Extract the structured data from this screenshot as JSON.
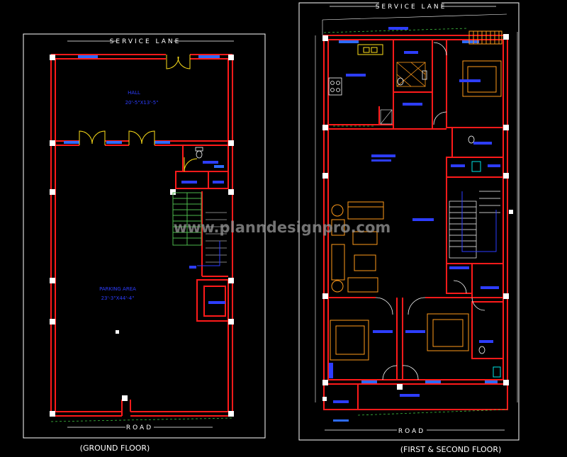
{
  "ground_floor": {
    "top_label": "SERVICE LANE",
    "bottom_label": "ROAD",
    "caption": "(GROUND FLOOR)",
    "hall_label": "HALL",
    "hall_dims": "20'-5\"X13'-5\"",
    "parking_label": "PARKING AREA",
    "parking_dims": "23'-3\"X44'-4\""
  },
  "upper_floor": {
    "top_label": "SERVICE LANE",
    "bottom_label": "ROAD",
    "caption": "(FIRST & SECOND FLOOR)"
  },
  "watermark": "www.planndesignpro.com",
  "colors": {
    "background": "#000000",
    "wall": "#ff1a1a",
    "border": "#ffffff",
    "room_text": "#2d3dff",
    "furniture": "#ff9a1a",
    "stairs": "#4db84d",
    "fixture": "#00e5e5",
    "window": "#2d6bff"
  }
}
